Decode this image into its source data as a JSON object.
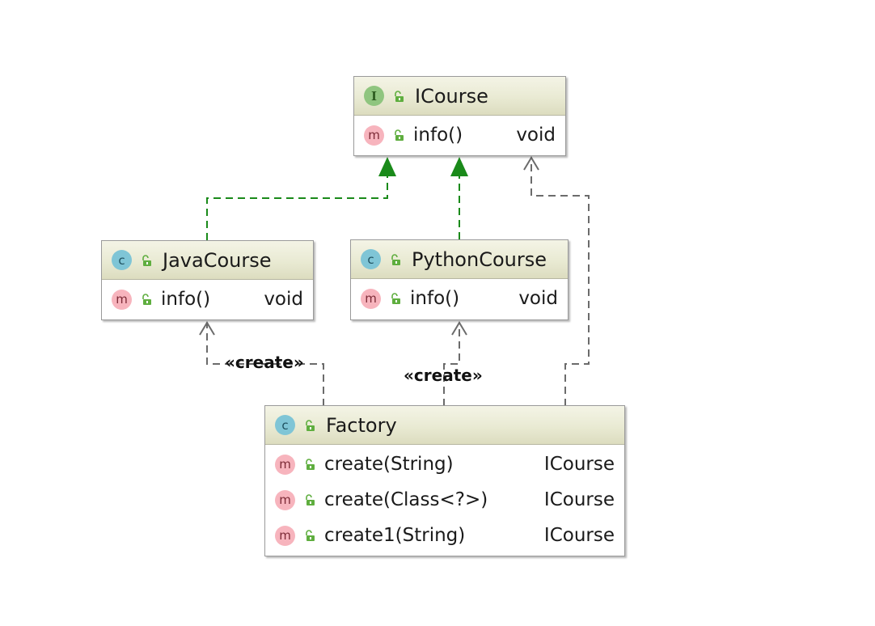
{
  "diagram": {
    "interface": {
      "kind_badge": "I",
      "name": "ICourse",
      "methods": [
        {
          "badge": "m",
          "name": "info()",
          "returns": "void"
        }
      ]
    },
    "classes": {
      "java_course": {
        "kind_badge": "c",
        "name": "JavaCourse",
        "methods": [
          {
            "badge": "m",
            "name": "info()",
            "returns": "void"
          }
        ]
      },
      "python_course": {
        "kind_badge": "c",
        "name": "PythonCourse",
        "methods": [
          {
            "badge": "m",
            "name": "info()",
            "returns": "void"
          }
        ]
      },
      "factory": {
        "kind_badge": "c",
        "name": "Factory",
        "methods": [
          {
            "badge": "m",
            "name": "create(String)",
            "returns": "ICourse"
          },
          {
            "badge": "m",
            "name": "create(Class<?>)",
            "returns": "ICourse"
          },
          {
            "badge": "m",
            "name": "create1(String)",
            "returns": "ICourse"
          }
        ]
      }
    },
    "relations": {
      "create_label_java": "«create»",
      "create_label_python": "«create»"
    },
    "colors": {
      "implements_edge": "#1a8a1a",
      "dependency_edge": "#6b6b6b",
      "header_gradient_top": "#f4f4e6",
      "header_gradient_bottom": "#dcdcbf",
      "interface_badge": "#8fc57f",
      "class_badge": "#7fc5d6",
      "method_badge": "#f7b4bd",
      "public_icon": "#5fae3f"
    }
  }
}
